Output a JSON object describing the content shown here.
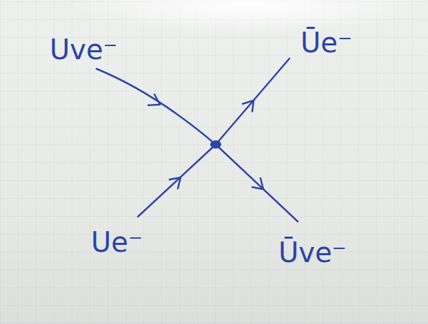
{
  "diagram": {
    "labels": [
      "Uve⁻",
      "Ūe⁻",
      "Ue⁻",
      "Ūve⁻"
    ]
  }
}
